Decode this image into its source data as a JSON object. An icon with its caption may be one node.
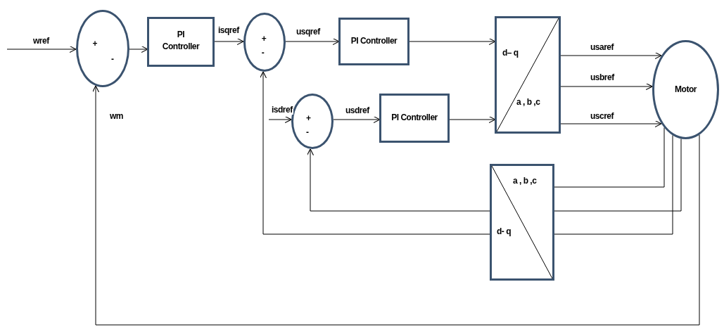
{
  "diagram": {
    "nodes": [
      {
        "text": [
          "+",
          "-"
        ]
      },
      {
        "text": [
          "PI Controller"
        ]
      },
      {
        "text": [
          "+",
          "-"
        ]
      },
      {
        "text": [
          "PI Controller"
        ]
      },
      {
        "text": [
          "+",
          "-"
        ]
      },
      {
        "text": [
          "PI Controller"
        ]
      },
      {
        "text": [
          "d– q",
          "a , b ,c"
        ]
      },
      {
        "text": [
          "Motor"
        ]
      },
      {
        "text": [
          "a , b ,c",
          "d- q"
        ]
      }
    ],
    "edges": [
      {
        "from": null,
        "to": 0,
        "arrow": "to",
        "label": "wref"
      },
      {
        "from": 0,
        "to": 1,
        "arrow": "to"
      },
      {
        "from": 1,
        "to": 2,
        "arrow": "to",
        "label": "isqref"
      },
      {
        "from": 2,
        "to": 3,
        "arrow": "to",
        "label": "usqref"
      },
      {
        "from": null,
        "to": 4,
        "arrow": "to",
        "label": "isdref"
      },
      {
        "from": 4,
        "to": 5,
        "arrow": "to",
        "label": "usdref"
      },
      {
        "from": 3,
        "to": 6,
        "arrow": "to"
      },
      {
        "from": 5,
        "to": 6,
        "arrow": "to"
      },
      {
        "from": 6,
        "to": 7,
        "arrow": "to",
        "label": "usaref"
      },
      {
        "from": 6,
        "to": 7,
        "arrow": "to",
        "label": "usbref"
      },
      {
        "from": 6,
        "to": 7,
        "arrow": "to",
        "label": "uscref"
      },
      {
        "from": 7,
        "to": 8,
        "arrow": "none"
      },
      {
        "from": 7,
        "to": 8,
        "arrow": "none"
      },
      {
        "from": 7,
        "to": 8,
        "arrow": "none"
      },
      {
        "from": 8,
        "to": 4,
        "arrow": "to"
      },
      {
        "from": 8,
        "to": 2,
        "arrow": "to"
      },
      {
        "from": 7,
        "to": 0,
        "arrow": "to",
        "label": "wm"
      }
    ]
  }
}
